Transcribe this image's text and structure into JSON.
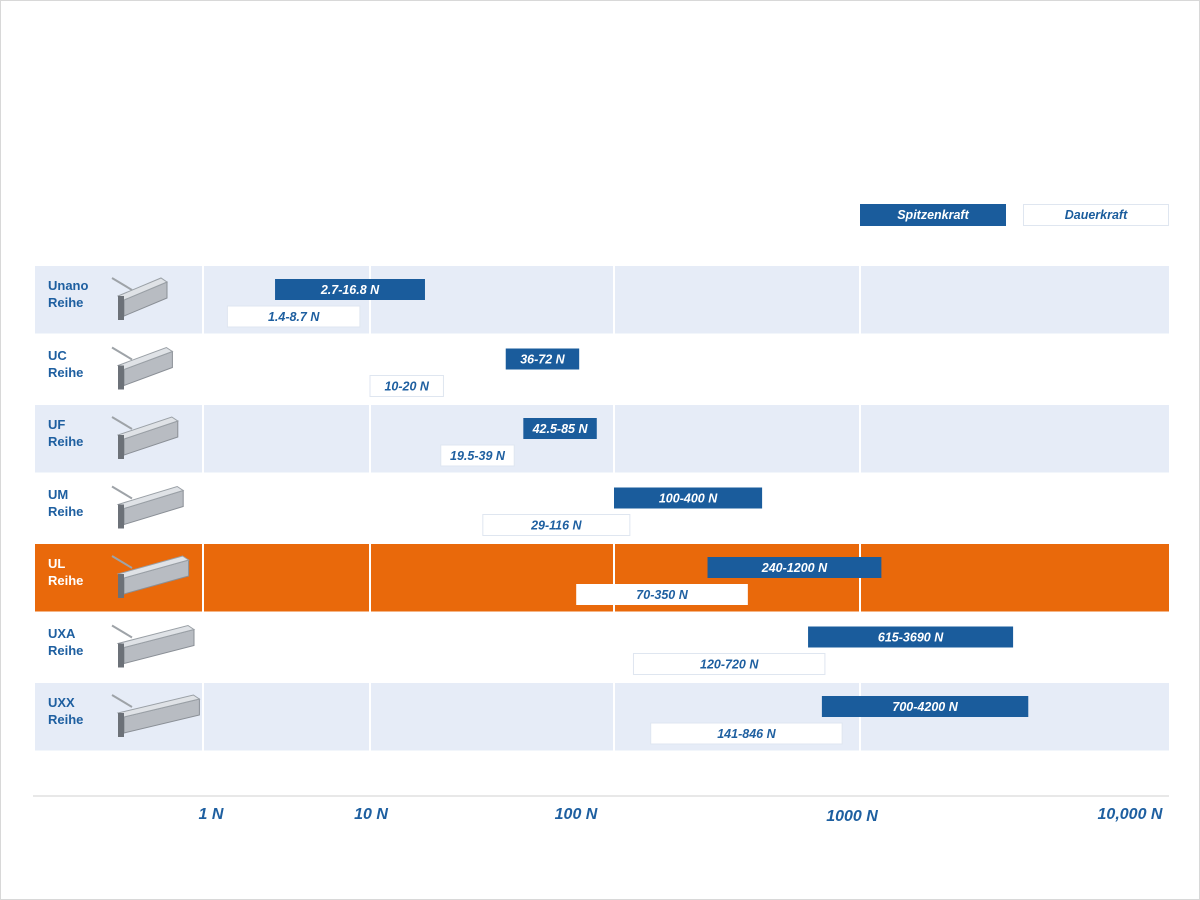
{
  "colors": {
    "peak_bar": "#1a5c9c",
    "continuous_bar_bg": "#ffffff",
    "label_blue": "#1e5fa0",
    "row_band": "#e6ecf7",
    "highlight_row": "#e9690b"
  },
  "legend": {
    "peak": "Spitzenkraft",
    "continuous": "Dauerkraft"
  },
  "chart_data": {
    "type": "bar",
    "orientation": "horizontal-range",
    "x_scale": "log",
    "xlim": [
      1,
      10000
    ],
    "x_ticks": [
      {
        "value": 1,
        "label": "1 N"
      },
      {
        "value": 10,
        "label": "10 N"
      },
      {
        "value": 100,
        "label": "100 N"
      },
      {
        "value": 1000,
        "label": "1000 N"
      },
      {
        "value": 10000,
        "label": "10,000 N"
      }
    ],
    "grid": true,
    "legend_position": "top-right",
    "highlighted_category": "UL",
    "categories": [
      {
        "name": "Unano",
        "suffix": "Reihe",
        "peak": [
          2.7,
          16.8
        ],
        "peak_label": "2.7-16.8 N",
        "continuous": [
          1.4,
          8.7
        ],
        "continuous_label": "1.4-8.7 N"
      },
      {
        "name": "UC",
        "suffix": "Reihe",
        "peak": [
          36,
          72
        ],
        "peak_label": "36-72 N",
        "continuous": [
          10,
          20
        ],
        "continuous_label": "10-20 N"
      },
      {
        "name": "UF",
        "suffix": "Reihe",
        "peak": [
          42.5,
          85
        ],
        "peak_label": "42.5-85 N",
        "continuous": [
          19.5,
          39
        ],
        "continuous_label": "19.5-39 N"
      },
      {
        "name": "UM",
        "suffix": "Reihe",
        "peak": [
          100,
          400
        ],
        "peak_label": "100-400 N",
        "continuous": [
          29,
          116
        ],
        "continuous_label": "29-116 N"
      },
      {
        "name": "UL",
        "suffix": "Reihe",
        "peak": [
          240,
          1200
        ],
        "peak_label": "240-1200 N",
        "continuous": [
          70,
          350
        ],
        "continuous_label": "70-350 N"
      },
      {
        "name": "UXA",
        "suffix": "Reihe",
        "peak": [
          615,
          3690
        ],
        "peak_label": "615-3690 N",
        "continuous": [
          120,
          720
        ],
        "continuous_label": "120-720 N"
      },
      {
        "name": "UXX",
        "suffix": "Reihe",
        "peak": [
          700,
          4200
        ],
        "peak_label": "700-4200 N",
        "continuous": [
          141,
          846
        ],
        "continuous_label": "141-846 N"
      }
    ]
  }
}
